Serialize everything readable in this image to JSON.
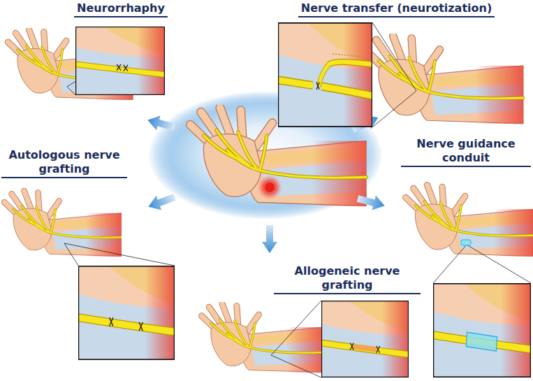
{
  "diagram": {
    "nodes": [
      {
        "text": [
          "Neurorrhaphy"
        ]
      },
      {
        "text": [
          "Nerve transfer (neurotization)"
        ]
      },
      {
        "text": [
          "Autologous nerve grafting"
        ]
      },
      {
        "text": [
          "Nerve guidance conduit"
        ]
      },
      {
        "text": [
          "Allogeneic nerve grafting"
        ]
      }
    ]
  }
}
